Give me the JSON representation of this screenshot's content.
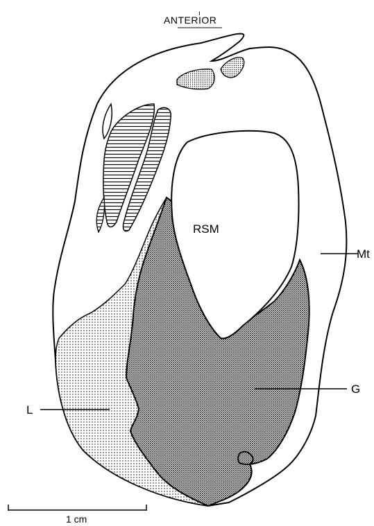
{
  "diagram": {
    "orientation_label": "ANTERIOR",
    "labels": {
      "rsm": "RSM",
      "mt": "Mt",
      "g": "G",
      "l": "L"
    },
    "scale_bar": {
      "label": "1 cm"
    }
  }
}
